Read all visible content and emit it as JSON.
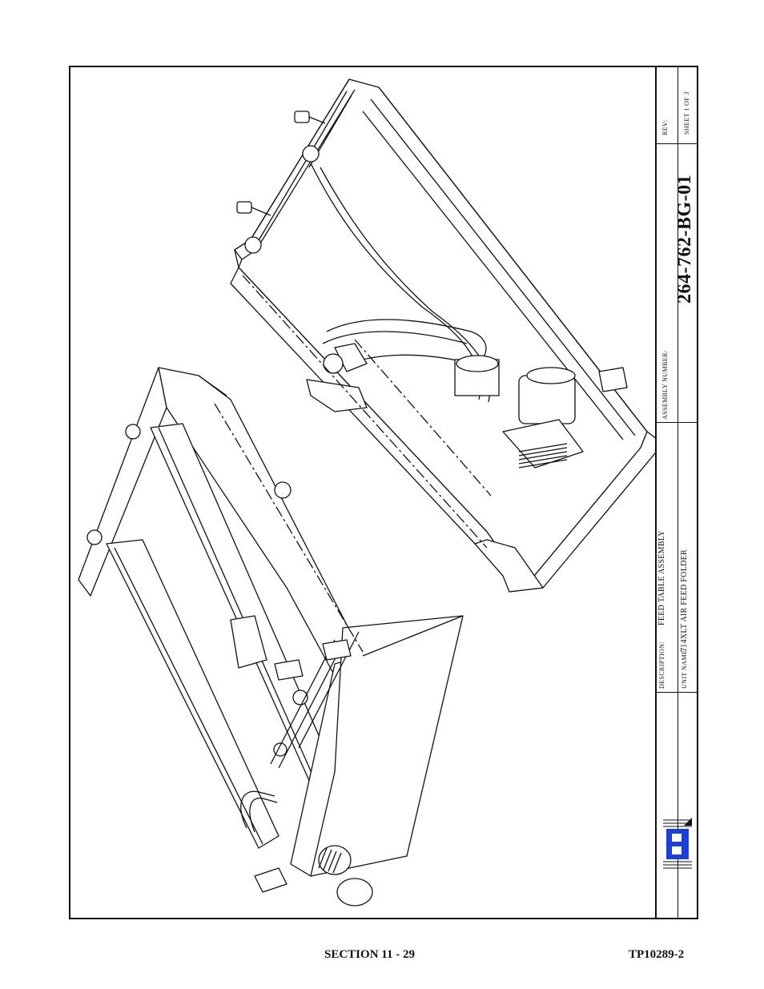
{
  "title_block": {
    "rev_label": "REV:",
    "sheet_label": "SHEET 1 OF 3",
    "assembly_number_label": "ASSEMBLY NUMBER:",
    "assembly_number": "264-762-BG-01",
    "description_label": "DESCRIPTION:",
    "description": "FEED TABLE ASSEMBLY",
    "unit_name_label": "UNIT NAME:",
    "unit_name": "714XLT AIR FEED FOLDER"
  },
  "footer": {
    "section": "SECTION 11 -  29",
    "doc_number": "TP10289-2"
  },
  "colors": {
    "logo_blue": "#1c3fd6",
    "line": "#111111"
  },
  "icons": [
    "company-logo-icon"
  ]
}
